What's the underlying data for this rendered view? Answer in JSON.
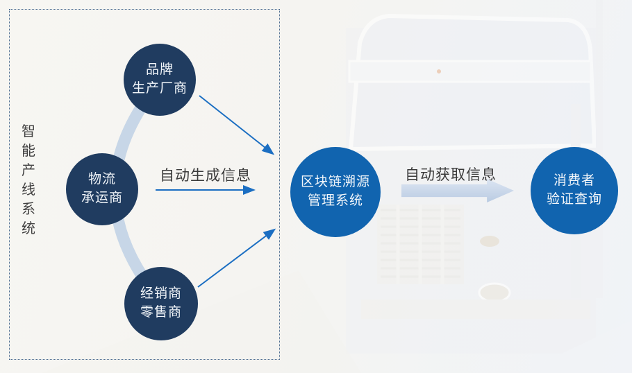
{
  "diagram": {
    "left_panel": {
      "vertical_label": "智能产线系统",
      "nodes": {
        "brand": {
          "line1": "品牌",
          "line2": "生产厂商"
        },
        "logistics": {
          "line1": "物流",
          "line2": "承运商"
        },
        "dealer": {
          "line1": "经销商",
          "line2": "零售商"
        }
      }
    },
    "center_node": {
      "line1": "区块链溯源",
      "line2": "管理系统"
    },
    "right_node": {
      "line1": "消费者",
      "line2": "验证查询"
    },
    "labels": {
      "generate_info": "自动生成信息",
      "fetch_info": "自动获取信息"
    },
    "colors": {
      "dark_circle": "#203c60",
      "bright_circle": "#1164af",
      "arc": "#c7d6e7",
      "arrow": "#1b6ec2",
      "dotted_border": "#4a6a8f",
      "label_text": "#3a3a3a",
      "big_arrow_light": "#dce5f2",
      "big_arrow_dark": "#b9cbe2"
    }
  }
}
